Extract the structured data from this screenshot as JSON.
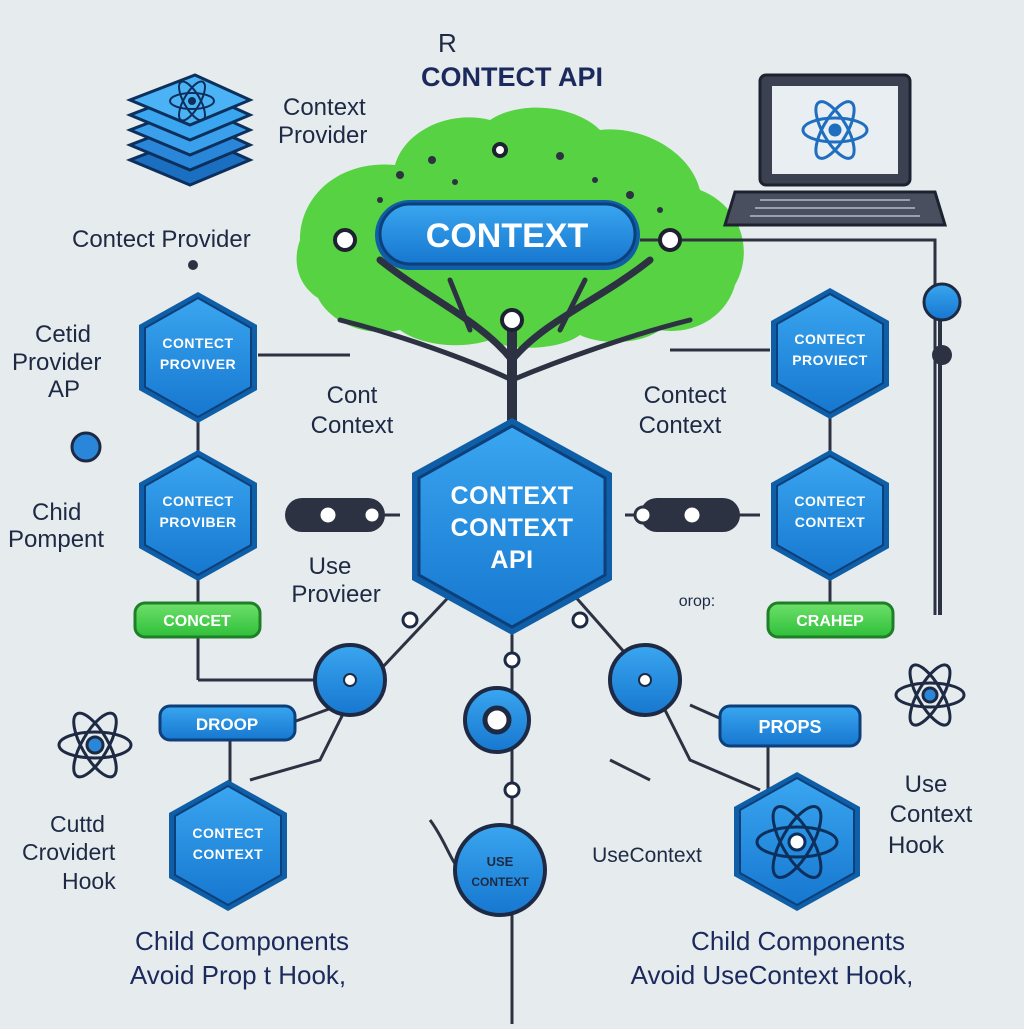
{
  "colors": {
    "background": "#e6ebee",
    "blue": "#1f8fe0",
    "blue_dark": "#0f5fa8",
    "green": "#4bd14b",
    "green_dark": "#2aa12a",
    "tree": "#56d243",
    "trunk": "#2d3242",
    "text": "#1e2a44"
  },
  "title": {
    "letter": "R",
    "text": "CONTECT API"
  },
  "provider_stack": {
    "icon": "layer-stack-atom-icon",
    "label_line1": "Context",
    "label_line2": "Provider"
  },
  "left_labels": {
    "contect_provider": "Contect Provider",
    "cetid_line1": "Cetid",
    "cetid_line2": "Provider",
    "cetid_line3": "AP",
    "child_line1": "Chid",
    "child_line2": "Pompent",
    "cuttd_line1": "Cuttd",
    "cuttd_line2": "Crovidert",
    "cuttd_line3": "Hook"
  },
  "center": {
    "context_pill": "CONTEXT",
    "hex_line1": "CONTEXT",
    "hex_line2": "CONTEXT",
    "hex_line3": "API",
    "cont_context_line1": "Cont",
    "cont_context_line2": "Context",
    "contect_context_line1": "Contect",
    "contect_context_line2": "Context",
    "use_provider_line1": "Use",
    "use_provider_line2": "Provieer",
    "prop_small": "orop:",
    "use_context_circle_line1": "USE",
    "use_context_circle_line2": "CONTEXT",
    "usecontext_label": "UseContext"
  },
  "hexagons": {
    "left_top_line1": "CONTECT",
    "left_top_line2": "PROVIVER",
    "left_mid_line1": "CONTECT",
    "left_mid_line2": "PROVIBER",
    "left_bottom_line1": "CONTECT",
    "left_bottom_line2": "CONTEXT",
    "right_top_line1": "CONTECT",
    "right_top_line2": "PROVIECT",
    "right_mid_line1": "CONTECT",
    "right_mid_line2": "CONTEXT"
  },
  "pills": {
    "left_green": "CONCET",
    "right_green": "CRAHEP",
    "drop": "DROOP",
    "props": "PROPS"
  },
  "right_labels": {
    "use_line1": "Use",
    "use_line2": "Context",
    "use_line3": "Hook"
  },
  "bottom": {
    "left_line1": "Child Components",
    "left_line2": "Avoid Prop   t Hook,",
    "right_line1": "Child Components",
    "right_line2": "Avoid UseContext Hook,"
  },
  "icons": {
    "laptop": "laptop-atom-icon",
    "atom": "atom-icon"
  }
}
